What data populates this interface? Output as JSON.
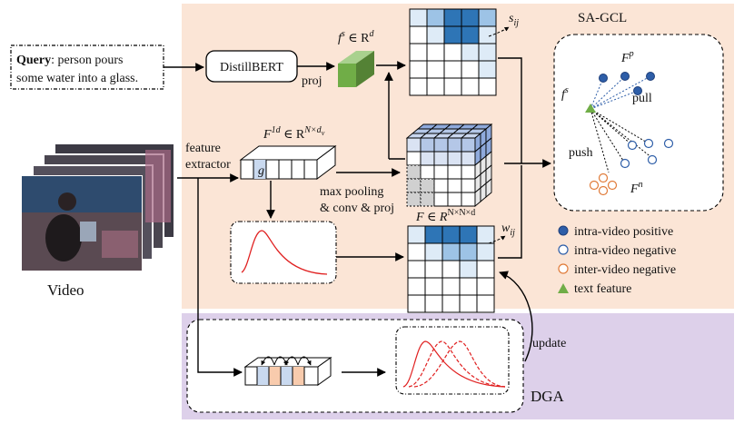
{
  "query": {
    "label": "Query",
    "text_line1": ": person pours",
    "text_line2": "some water into a glass."
  },
  "video_label": "Video",
  "distilbert_label": "DistillBERT",
  "proj_label": "proj",
  "fs_label": "fˢ ∈ Rᵈ",
  "fs_base": "f",
  "fs_sup": "s",
  "fs_rest": " ∈ R",
  "fs_rest_sup": "d",
  "sij_label": "s",
  "sij_sub": "ij",
  "wij_label": "w",
  "wij_sub": "ij",
  "feature_extractor_line1": "feature",
  "feature_extractor_line2": "extractor",
  "f1d_base": "F",
  "f1d_sup": "1d",
  "f1d_rest": " ∈ R",
  "f1d_rest_sup": "N×d",
  "f1d_rest_sub": "v",
  "g_label": "g",
  "maxpool_line1": "max pooling",
  "maxpool_line2": "& conv & proj",
  "F_base": "F ∈ R",
  "F_sup": "N×N×d",
  "sagcl_title": "SA-GCL",
  "sagcl": {
    "fp_base": "F",
    "fp_sup": "p",
    "fn_base": "F",
    "fn_sup": "n",
    "fs_base": "f",
    "fs_sup": "s",
    "pull": "pull",
    "push": "push"
  },
  "legend": [
    {
      "label": "intra-video positive",
      "marker": "filled-circle",
      "color": "#2e5ea8"
    },
    {
      "label": "intra-video negative",
      "marker": "hollow-circle",
      "color": "#2e5ea8"
    },
    {
      "label": "inter-video negative",
      "marker": "hollow-circle",
      "color": "#e07b39"
    },
    {
      "label": "text feature",
      "marker": "triangle",
      "color": "#5aa03c"
    }
  ],
  "update_label": "update",
  "dga_label": "DGA",
  "colors": {
    "sagcl_bg": "#fbe5d6",
    "dga_bg": "#ddd0ea",
    "blue_dark": "#2e75b6",
    "blue_mid": "#9dc3e6",
    "blue_light": "#deebf7",
    "orange_cell": "#f8cbad",
    "curve_red": "#e02020",
    "green": "#70ad47"
  }
}
